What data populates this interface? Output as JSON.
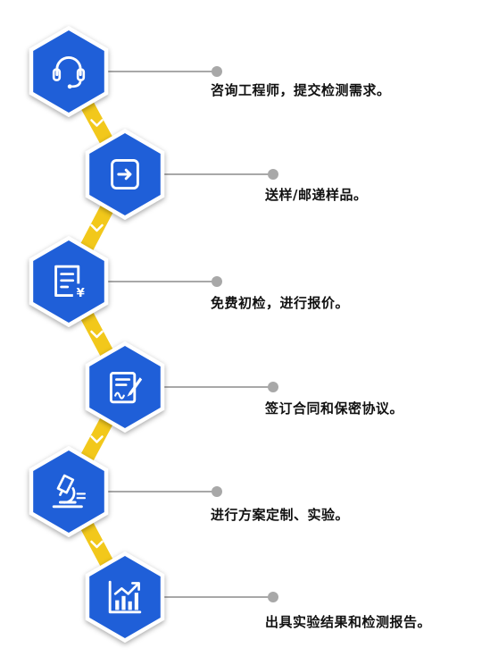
{
  "colors": {
    "hex_blue": "#1f5fd8",
    "hex_blue_dark": "#1546b0",
    "hex_border": "#ffffff",
    "connector": "#f2c81b",
    "chevron": "#ffffff",
    "line": "#a8a8a8",
    "text": "#111111"
  },
  "steps": [
    {
      "label": "咨询工程师，提交检测需求。",
      "icon": "headset-icon"
    },
    {
      "label": "送样/邮递样品。",
      "icon": "arrow-box-icon"
    },
    {
      "label": "免费初检，进行报价。",
      "icon": "invoice-yen-icon"
    },
    {
      "label": "签订合同和保密协议。",
      "icon": "contract-sign-icon"
    },
    {
      "label": "进行方案定制、实验。",
      "icon": "microscope-icon"
    },
    {
      "label": "出具实验结果和检测报告。",
      "icon": "bar-chart-icon"
    }
  ]
}
